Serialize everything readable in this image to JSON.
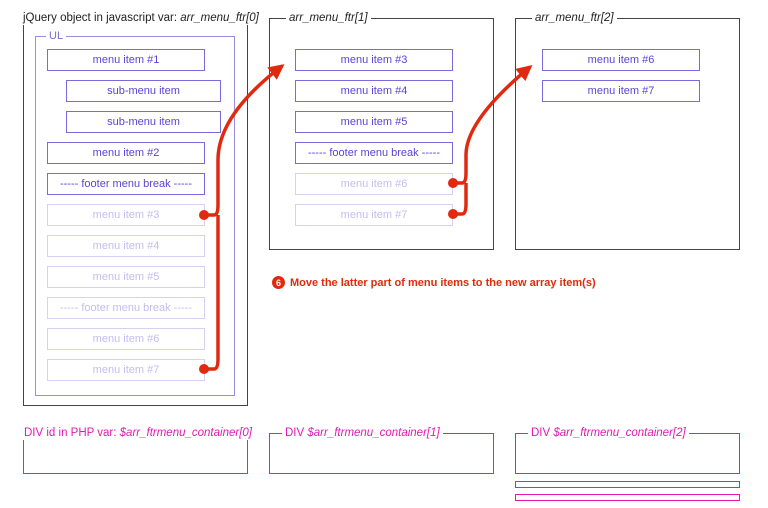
{
  "panels": [
    {
      "prefix": "jQuery object in javascript var: ",
      "name": "arr_menu_ftr[0]"
    },
    {
      "prefix": "",
      "name": "arr_menu_ftr[1]"
    },
    {
      "prefix": "",
      "name": "arr_menu_ftr[2]"
    }
  ],
  "ul_label": "UL",
  "col0_items": [
    "menu item #1",
    "sub-menu item",
    "sub-menu item",
    "menu item #2",
    "----- footer menu break -----",
    "menu item #3",
    "menu item #4",
    "menu item #5",
    "----- footer menu break -----",
    "menu item #6",
    "menu item #7"
  ],
  "col1_items": [
    "menu item #3",
    "menu item #4",
    "menu item #5",
    "----- footer menu break -----",
    "menu item #6",
    "menu item #7"
  ],
  "col2_items": [
    "menu item #6",
    "menu item #7"
  ],
  "step": {
    "number": "6",
    "text": "Move the latter part of menu items to the new array item(s)"
  },
  "divs": [
    {
      "prefix": "DIV id in PHP var: ",
      "name": "$arr_ftrmenu_container[0]"
    },
    {
      "prefix": "DIV ",
      "name": "$arr_ftrmenu_container[1]"
    },
    {
      "prefix": "DIV ",
      "name": "$arr_ftrmenu_container[2]"
    }
  ],
  "colors": {
    "panel_border": "#444444",
    "item_border": "#7d68dc",
    "faded_item": "#d6d0f4",
    "arrow": "#e02a10",
    "div_border": "#e11bb4"
  }
}
